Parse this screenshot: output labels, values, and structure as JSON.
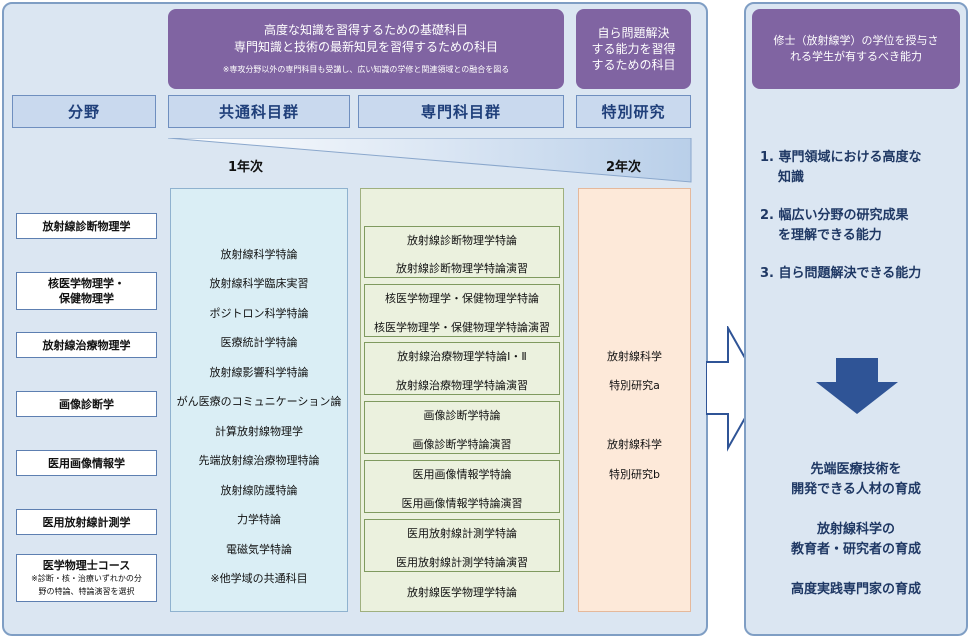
{
  "header": {
    "common_banner": {
      "line1": "高度な知識を習得するための基礎科目",
      "line2": "専門知識と技術の最新知見を習得するための科目",
      "note": "※専攻分野以外の専門科目も受講し、広い知識の学修と関連領域との融合を図る"
    },
    "special_banner": [
      "自ら問題解決",
      "する能力を習得",
      "するための科目"
    ],
    "degree_banner": [
      "修士（放射線学）の学位を授与さ",
      "れる学生が有するべき能力"
    ]
  },
  "columns": {
    "field": "分野",
    "common": "共通科目群",
    "specialty": "専門科目群",
    "special_research": "特別研究"
  },
  "years": {
    "first": "1年次",
    "second": "2年次"
  },
  "fields": [
    "放射線診断物理学",
    "核医学物理学・",
    "保健物理学",
    "放射線治療物理学",
    "画像診断学",
    "医用画像情報学",
    "医用放射線計測学",
    "医学物理士コース",
    "※診断・核・治療いずれかの分",
    "野の特論、特論演習を選択"
  ],
  "common_courses": [
    "放射線科学特論",
    "放射線科学臨床実習",
    "ポジトロン科学特論",
    "医療統計学特論",
    "放射線影響科学特論",
    "がん医療のコミュニケーション論",
    "計算放射線物理学",
    "先端放射線治療物理特論",
    "放射線防護特論",
    "力学特論",
    "電磁気学特論",
    "※他学域の共通科目"
  ],
  "specialty_courses": [
    [
      "放射線診断物理学特論",
      "放射線診断物理学特論演習"
    ],
    [
      "核医学物理学・保健物理学特論",
      "核医学物理学・保健物理学特論演習"
    ],
    [
      "放射線治療物理学特論Ⅰ・Ⅱ",
      "放射線治療物理学特論演習"
    ],
    [
      "画像診断学特論",
      "画像診断学特論演習"
    ],
    [
      "医用画像情報学特論",
      "医用画像情報学特論演習"
    ],
    [
      "医用放射線計測学特論",
      "医用放射線計測学特論演習"
    ],
    [
      "放射線医学物理学特論"
    ]
  ],
  "special_research": [
    "放射線科学",
    "特別研究a",
    "放射線科学",
    "特別研究b"
  ],
  "abilities": [
    "1.  専門領域における高度な",
    "知識",
    "2.  幅広い分野の研究成果",
    "を理解できる能力",
    "3.  自ら問題解決できる能力"
  ],
  "outcomes": [
    "先端医療技術を",
    "開発できる人材の育成",
    "放射線科学の",
    "教育者・研究者の育成",
    "高度実践専門家の育成"
  ],
  "colors": {
    "banner": "#8064a2",
    "panel": "#dbe6f2",
    "header_cell": "#c9d9ee",
    "common_bg": "#daeef5",
    "specialty_bg": "#ebf1de",
    "special_bg": "#fde9d9",
    "arrow_down": "#2f5496",
    "text_blue": "#1f3864"
  }
}
